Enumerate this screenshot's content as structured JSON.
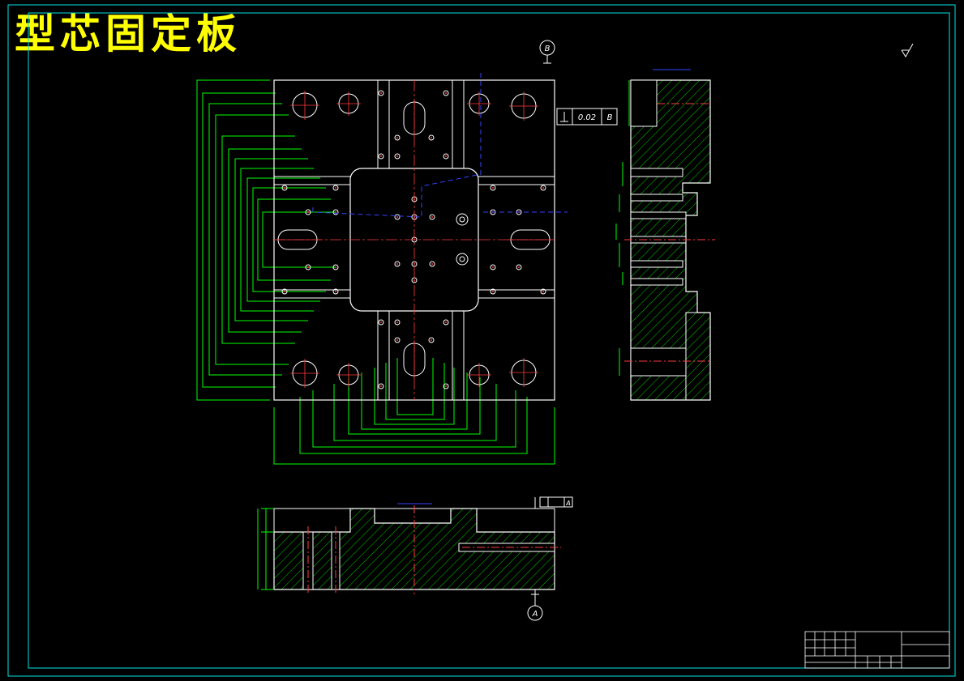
{
  "drawing": {
    "title": "型芯固定板",
    "datum_b": "B",
    "datum_a": "A",
    "perp_tolerance": "0.02",
    "perp_datum": "B",
    "par_datum": "A"
  },
  "colors": {
    "background": "#000000",
    "outline": "#ffffff",
    "dimension": "#00ff00",
    "text_dim": "#ff00ff",
    "center_line": "#ff3b3b",
    "hidden_line": "#3344ff",
    "title_text": "#ffff00",
    "frame": "#00e5e5"
  }
}
